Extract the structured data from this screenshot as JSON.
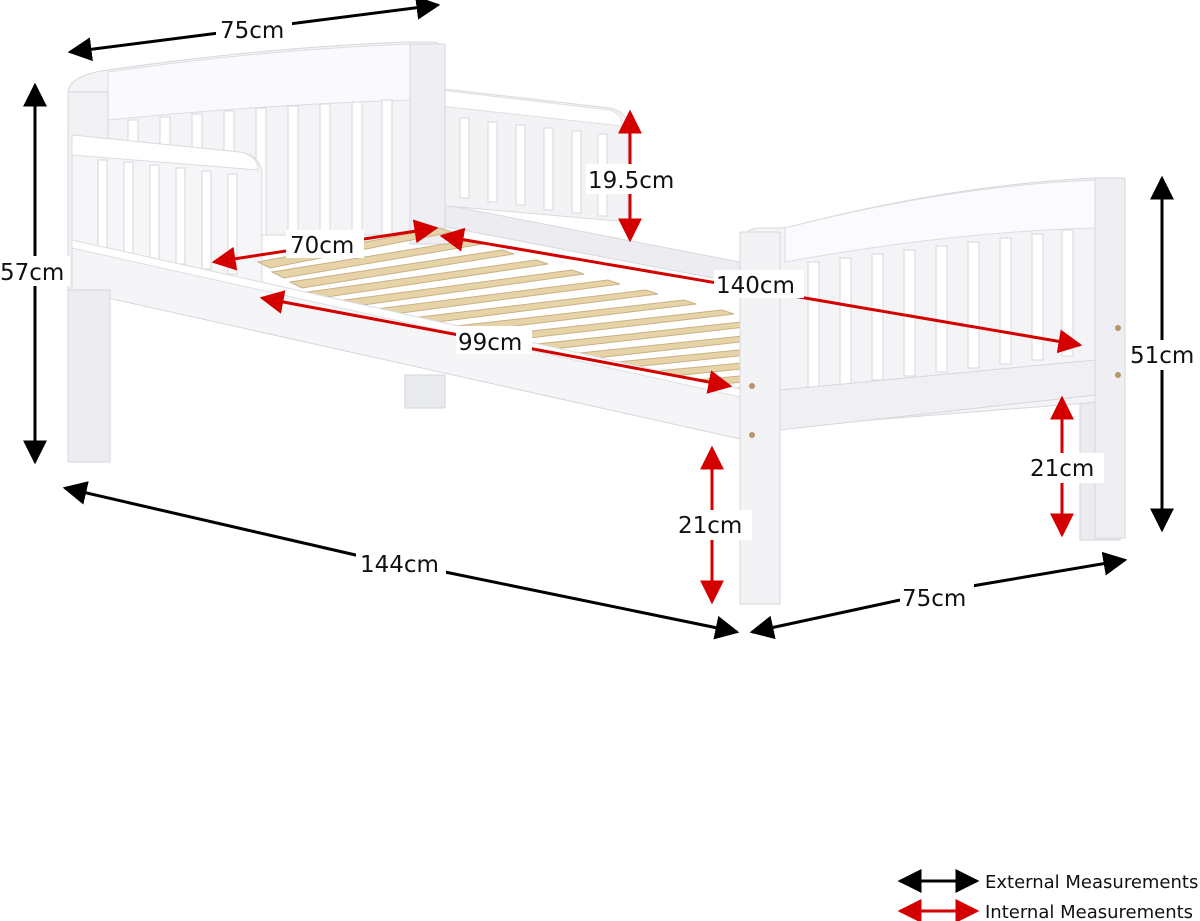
{
  "colors": {
    "external": "#000000",
    "internal": "#d40000",
    "frame": "#f4f4f6",
    "frame_shade": "#e2e3e7",
    "slat": "#e7d3a8",
    "slat_dark": "#c9b184"
  },
  "measurements": {
    "external": {
      "headboard_width": "75cm",
      "total_height": "57cm",
      "total_length": "144cm",
      "footboard_width": "75cm",
      "footboard_height": "51cm"
    },
    "internal": {
      "rail_height": "19.5cm",
      "slat_width": "70cm",
      "slat_length": "140cm",
      "rail_opening": "99cm",
      "clearance_front": "21cm",
      "clearance_back": "21cm"
    }
  },
  "legend": {
    "external_label": "External Measurements",
    "internal_label": "Internal Measurements"
  }
}
